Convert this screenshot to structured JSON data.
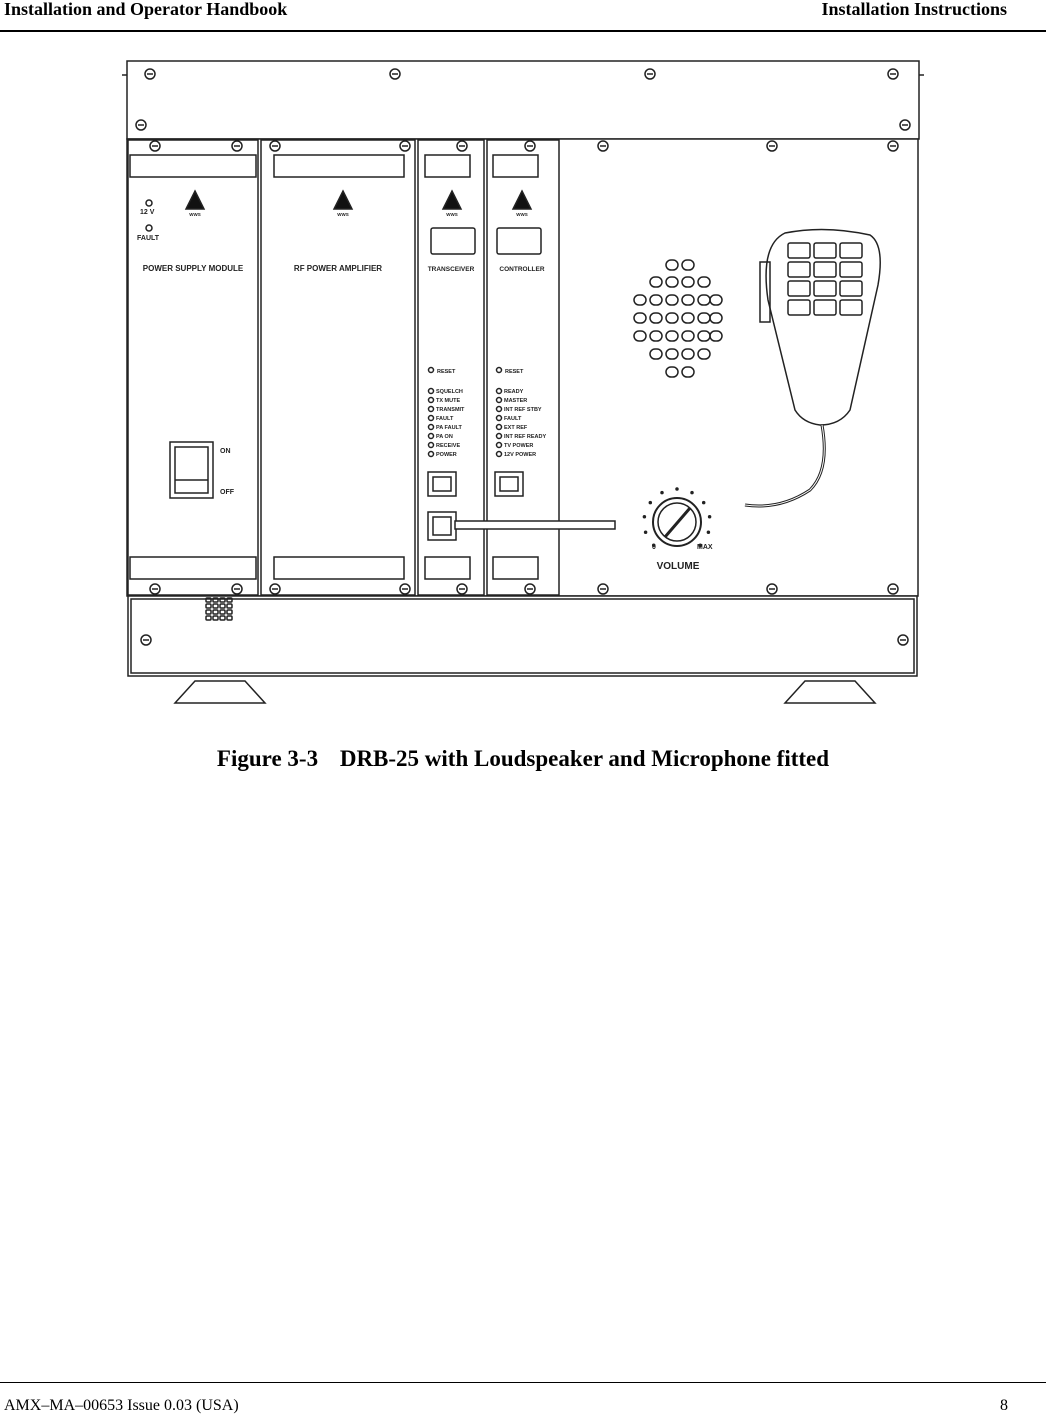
{
  "header": {
    "left": "Installation and Operator Handbook",
    "right": "Installation Instructions"
  },
  "figure": {
    "number": "Figure 3-3",
    "title": "DRB-25 with Loudspeaker and Microphone fitted",
    "drawing_labels": {
      "psu": {
        "name": "POWER SUPPLY MODULE",
        "led1": "12 V",
        "led2": "FAULT",
        "on": "ON",
        "off": "OFF"
      },
      "rf": {
        "name": "RF POWER AMPLIFIER"
      },
      "transceiver": {
        "name": "TRANSCEIVER",
        "reset": "RESET",
        "leds": [
          "SQUELCH",
          "TX MUTE",
          "TRANSMIT",
          "FAULT",
          "PA FAULT",
          "PA ON",
          "RECEIVE",
          "POWER"
        ]
      },
      "controller": {
        "name": "CONTROLLER",
        "reset": "RESET",
        "leds": [
          "READY",
          "MASTER",
          "INT REF STBY",
          "FAULT",
          "EXT REF",
          "INT REF READY",
          "TV POWER",
          "12V POWER"
        ]
      },
      "logo": "WWS",
      "volume": {
        "label": "VOLUME",
        "min": "0",
        "max": "MAX"
      }
    }
  },
  "footer": {
    "left": "AMX–MA–00653 Issue 0.03 (USA)",
    "page": "8"
  }
}
